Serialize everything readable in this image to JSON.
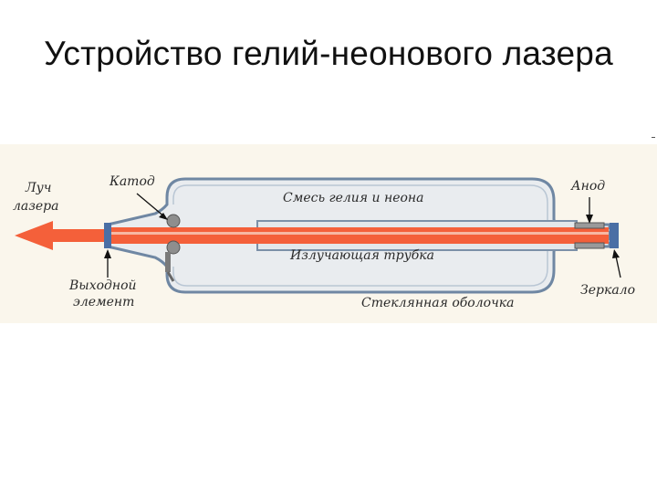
{
  "slide": {
    "title": "Устройство гелий-неонового лазера"
  },
  "diagram": {
    "labels": {
      "beam_line1": "Луч",
      "beam_line2": "лазера",
      "cathode": "Катод",
      "gas_mix": "Смесь гелия и неона",
      "anode": "Анод",
      "tube": "Излучающая трубка",
      "output_line1": "Выходной",
      "output_line2": "элемент",
      "envelope": "Стеклянная оболочка",
      "mirror": "Зеркало"
    },
    "colors": {
      "panel_bg": "#faf6ec",
      "glass_fill": "#e9ecef",
      "glass_stroke": "#6f87a3",
      "beam": "#f4603a",
      "beam_light": "#f7b8a3",
      "electrode": "#9a9a9a",
      "mirror_plate": "#4a6fa5"
    }
  }
}
